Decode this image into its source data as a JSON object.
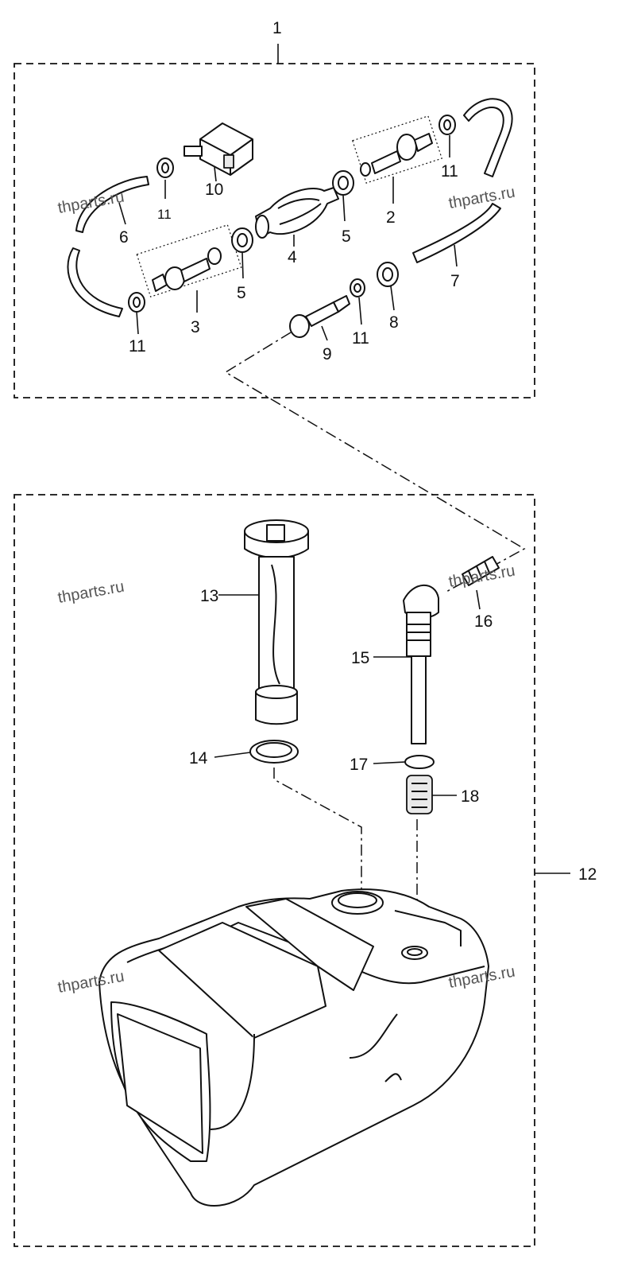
{
  "callouts": {
    "c1": "1",
    "c2": "2",
    "c3": "3",
    "c4": "4",
    "c5a": "5",
    "c5b": "5",
    "c6": "6",
    "c7": "7",
    "c8": "8",
    "c9": "9",
    "c10": "10",
    "c11a": "11",
    "c11b": "11",
    "c11c": "11",
    "c11d": "11",
    "c12": "12",
    "c13": "13",
    "c14": "14",
    "c15": "15",
    "c16": "16",
    "c17": "17",
    "c18": "18"
  },
  "watermark": "thparts.ru"
}
